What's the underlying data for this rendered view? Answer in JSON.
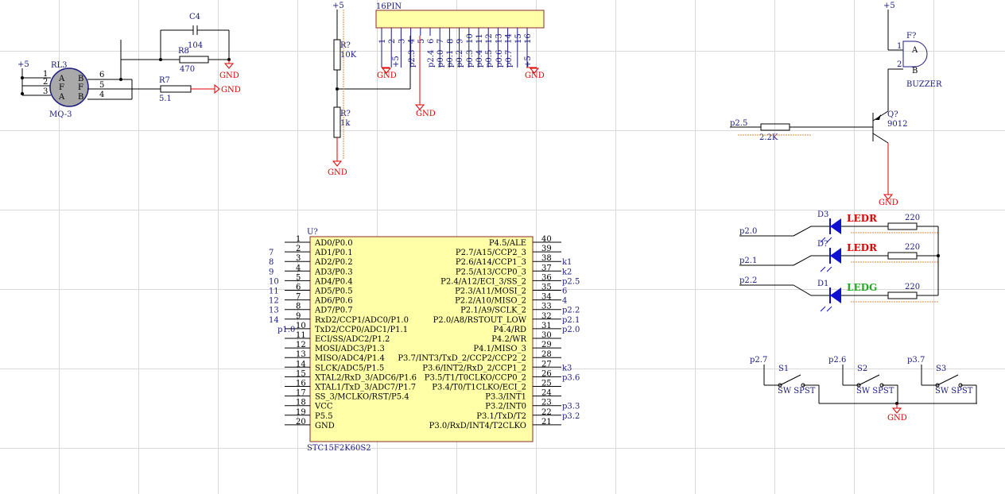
{
  "colors": {
    "wire": "#000000",
    "pin_label": "#1a1a80",
    "gnd": "#e00000",
    "ic_body": "#ffffa8",
    "led_red": "#e00000",
    "led_green": "#22aa22",
    "led_body": "#1010d0",
    "hatch": "#e08a3a"
  },
  "sensor": {
    "ref": "RL3",
    "part": "MQ-3",
    "vcc": "+5",
    "pins_left": [
      "1",
      "2",
      "3"
    ],
    "pins_right": [
      "6",
      "5",
      "4"
    ],
    "letters_left": [
      "A",
      "F",
      "A"
    ],
    "letters_right": [
      "B",
      "F",
      "B"
    ]
  },
  "c4": {
    "ref": "C4",
    "value": "104"
  },
  "r8": {
    "ref": "R8",
    "value": "470"
  },
  "r7a": {
    "ref": "R7",
    "value": "5.1"
  },
  "gnd": "GND",
  "divider": {
    "vcc": "+5",
    "r_top_ref": "R?",
    "r_top_val": "10K",
    "r_bot_ref": "R?",
    "r_bot_val": "1k"
  },
  "lcd": {
    "ref": "16PIN",
    "pins": [
      "1",
      "2",
      "3",
      "4",
      "5",
      "6",
      "7",
      "8",
      "9",
      "10",
      "11",
      "12",
      "13",
      "14",
      "15",
      "16"
    ],
    "nets": [
      "+5",
      "p2.3",
      "p2.4",
      "p0.0",
      "p0.1",
      "p0.2",
      "p0.3",
      "p0.4",
      "p0.5",
      "p0.6",
      "p0.7",
      "+5"
    ]
  },
  "buzzer": {
    "ref": "F?",
    "part": "BUZZER",
    "vcc": "+5",
    "pin1": "1",
    "pin2": "2",
    "a": "A",
    "b": "B"
  },
  "transistor": {
    "ref": "Q?",
    "part": "9012",
    "base_net": "p2.5",
    "r_val": "2.2K"
  },
  "leds": [
    {
      "ref": "D3",
      "net": "p2.0",
      "label": "LEDR",
      "r": "220"
    },
    {
      "ref": "D?",
      "net": "p2.1",
      "label": "LEDR",
      "r": "220"
    },
    {
      "ref": "D1",
      "net": "p2.2",
      "label": "LEDG",
      "r": "220"
    }
  ],
  "switches": [
    {
      "ref": "S1",
      "net": "p2.7",
      "part": "SW SPST"
    },
    {
      "ref": "S2",
      "net": "p2.6",
      "part": "SW SPST"
    },
    {
      "ref": "S3",
      "net": "p3.7",
      "part": "SW SPST"
    }
  ],
  "mcu": {
    "ref": "U?",
    "part": "STC15F2K60S2",
    "left_pins": [
      {
        "n": "1",
        "name": "AD0/P0.0",
        "net": ""
      },
      {
        "n": "2",
        "name": "AD1/P0.1",
        "net": "7"
      },
      {
        "n": "3",
        "name": "AD2/P0.2",
        "net": "8"
      },
      {
        "n": "4",
        "name": "AD3/P0.3",
        "net": "9"
      },
      {
        "n": "5",
        "name": "AD4/P0.4",
        "net": "10"
      },
      {
        "n": "6",
        "name": "AD5/P0.5",
        "net": "11"
      },
      {
        "n": "7",
        "name": "AD6/P0.6",
        "net": "12"
      },
      {
        "n": "8",
        "name": "AD7/P0.7",
        "net": "13"
      },
      {
        "n": "9",
        "name": "RxD2/CCP1/ADC0/P1.0",
        "net": "14"
      },
      {
        "n": "10",
        "name": "TxD2/CCP0/ADC1/P1.1",
        "net": "p1.0"
      },
      {
        "n": "11",
        "name": "ECI/SS/ADC2/P1.2",
        "net": ""
      },
      {
        "n": "12",
        "name": "MOSI/ADC3/P1.3",
        "net": ""
      },
      {
        "n": "13",
        "name": "MISO/ADC4/P1.4",
        "net": ""
      },
      {
        "n": "14",
        "name": "SLCK/ADC5/P1.5",
        "net": ""
      },
      {
        "n": "15",
        "name": "XTAL2/RxD_3/ADC6/P1.6",
        "net": ""
      },
      {
        "n": "16",
        "name": "XTAL1/TxD_3/ADC7/P1.7",
        "net": ""
      },
      {
        "n": "17",
        "name": "SS_3/MCLKO/RST/P5.4",
        "net": ""
      },
      {
        "n": "18",
        "name": "VCC",
        "net": ""
      },
      {
        "n": "19",
        "name": "P5.5",
        "net": ""
      },
      {
        "n": "20",
        "name": "GND",
        "net": ""
      }
    ],
    "right_pins": [
      {
        "n": "40",
        "name": "P4.5/ALE",
        "net": ""
      },
      {
        "n": "39",
        "name": "P2.7/A15/CCP2_3",
        "net": ""
      },
      {
        "n": "38",
        "name": "P2.6/A14/CCP1_3",
        "net": "k1"
      },
      {
        "n": "37",
        "name": "P2.5/A13/CCP0_3",
        "net": "k2"
      },
      {
        "n": "36",
        "name": "P2.4/A12/ECI_3/SS_2",
        "net": "p2.5"
      },
      {
        "n": "35",
        "name": "P2.3/A11/MOSI_2",
        "net": "6"
      },
      {
        "n": "34",
        "name": "P2.2/A10/MISO_2",
        "net": "4"
      },
      {
        "n": "33",
        "name": "P2.1/A9/SCLK_2",
        "net": "p2.2"
      },
      {
        "n": "32",
        "name": "P2.0/A8/RSTOUT_LOW",
        "net": "p2.1"
      },
      {
        "n": "31",
        "name": "P4.4/RD",
        "net": "p2.0"
      },
      {
        "n": "30",
        "name": "P4.2/WR",
        "net": ""
      },
      {
        "n": "29",
        "name": "P4.1/MISO_3",
        "net": ""
      },
      {
        "n": "28",
        "name": "P3.7/INT3/TxD_2/CCP2/CCP2_2",
        "net": ""
      },
      {
        "n": "27",
        "name": "P3.6/INT2/RxD_2/CCP1_2",
        "net": "k3"
      },
      {
        "n": "26",
        "name": "P3.5/T1/T0CLKO/CCP0_2",
        "net": "p3.6"
      },
      {
        "n": "25",
        "name": "P3.4/T0/T1CLKO/ECI_2",
        "net": ""
      },
      {
        "n": "24",
        "name": "P3.3/INT1",
        "net": ""
      },
      {
        "n": "23",
        "name": "P3.2/INT0",
        "net": "p3.3"
      },
      {
        "n": "22",
        "name": "P3.1/TxD/T2",
        "net": "p3.2"
      },
      {
        "n": "21",
        "name": "P3.0/RxD/INT4/T2CLKO",
        "net": ""
      }
    ]
  }
}
